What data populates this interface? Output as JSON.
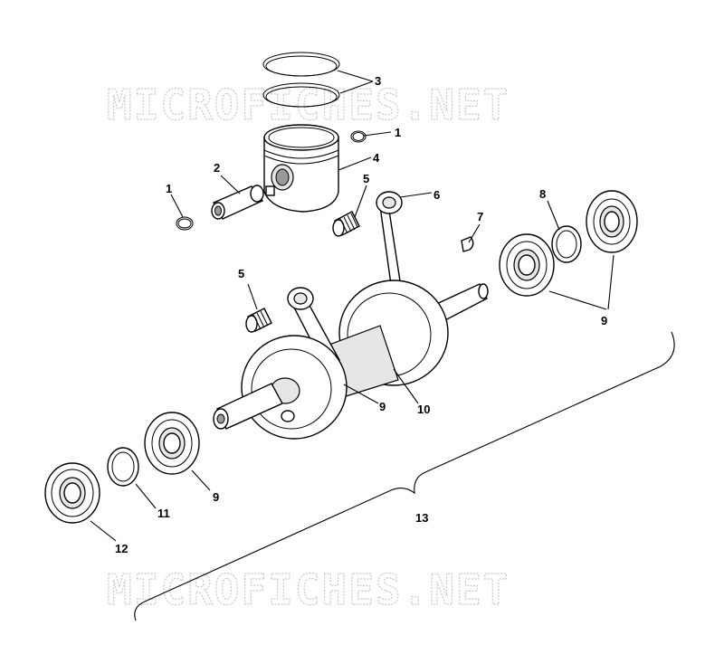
{
  "watermark": {
    "top": "MICROFICHES.NET",
    "bottom": "MICROFICHES.NET"
  },
  "callouts": {
    "c1_right": "1",
    "c1_left": "1",
    "c2": "2",
    "c3": "3",
    "c4": "4",
    "c5_upper": "5",
    "c5_lower": "5",
    "c6": "6",
    "c7": "7",
    "c8": "8",
    "c9_right": "9",
    "c9_center": "9",
    "c9_lower": "9",
    "c10": "10",
    "c11": "11",
    "c12": "12",
    "c13": "13"
  }
}
